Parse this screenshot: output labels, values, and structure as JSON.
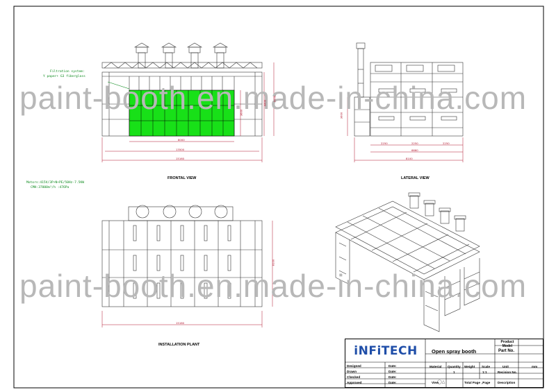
{
  "notes": {
    "filtration_line1": "Filtration system:",
    "filtration_line2": "Y paper+ G3 fiberglass",
    "motors_line1": "Motors:415V/3P+N+PE/50Hz-7.5KW",
    "motors_line2": "CMH:37000m³/h :476Pa"
  },
  "views": {
    "frontal": "FRONTAL VIEW",
    "lateral": "LATERAL VIEW",
    "plant": "INSTALLATION PLANT"
  },
  "dimensions": {
    "front_width_inner": "8000",
    "front_width_mid": "13500",
    "front_width_total": "15160",
    "front_height_a": "3600",
    "front_height_b": "4400",
    "front_height_total": "5000",
    "lat_height": "3600",
    "lat_seg1": "2250",
    "lat_seg2": "2250",
    "lat_seg3": "2250",
    "lat_mid": "6660",
    "lat_total": "8100",
    "plant_width": "15160",
    "plant_height": "8100"
  },
  "watermark": {
    "text_top": "paint-booth.en.made-in-china.com",
    "text_bottom": "paint-booth.en.made-in-china.com"
  },
  "titleblock": {
    "brand": "iNFiTECH",
    "product_name": "Open spray booth",
    "product_model_label": "Product Model",
    "part_no_label": "Part No.",
    "material": "Material",
    "quantity": "Quantity",
    "weight": "Weight",
    "scale": "Scale",
    "unit": "Unit",
    "unit_value": "mm",
    "quantity_value": "1",
    "scale_value": "1:1",
    "recision_no": "Recision No.",
    "view": "View",
    "total_page": "Total Page",
    "page": ",Page",
    "description": "Description",
    "roles": [
      "Designed",
      "Drawn",
      "Checked",
      "Approved"
    ],
    "date_label": "Date:"
  },
  "colors": {
    "filter_green": "#18e018",
    "dimension_red": "#b0122a",
    "note_green": "#0b8a1c",
    "brand_blue": "#1f4ea8"
  }
}
